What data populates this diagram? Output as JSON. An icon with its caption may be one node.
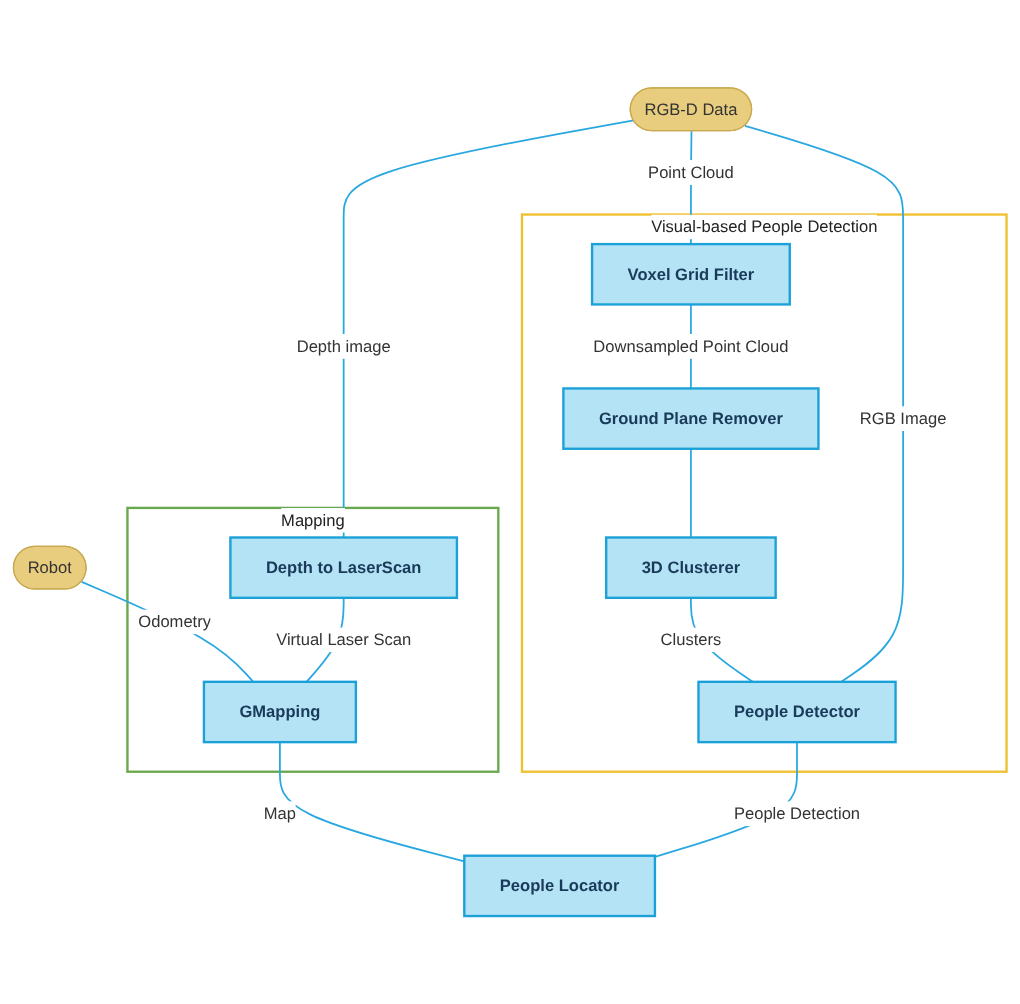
{
  "diagram": {
    "nodes": [
      {
        "text": [
          "RGB-D Data"
        ]
      },
      {
        "text": [
          "Robot"
        ]
      },
      {
        "text": [
          "Visual-based People Detection"
        ]
      },
      {
        "text": [
          "Voxel Grid Filter"
        ],
        "in": 2
      },
      {
        "text": [
          "Ground Plane Remover"
        ],
        "in": 2
      },
      {
        "text": [
          "3D Clusterer"
        ],
        "in": 2
      },
      {
        "text": [
          "People Detector"
        ],
        "in": 2
      },
      {
        "text": [
          "Mapping"
        ]
      },
      {
        "text": [
          "Depth to LaserScan"
        ],
        "in": 7
      },
      {
        "text": [
          "GMapping"
        ],
        "in": 7
      },
      {
        "text": [
          "People Locator"
        ]
      }
    ],
    "edges": [
      {
        "from": 0,
        "to": 3,
        "arrow": "none",
        "label": "Point Cloud"
      },
      {
        "from": 3,
        "to": 4,
        "arrow": "none",
        "label": "Downsampled Point Cloud"
      },
      {
        "from": 4,
        "to": 5,
        "arrow": "none"
      },
      {
        "from": 5,
        "to": 6,
        "arrow": "none",
        "label": "Clusters"
      },
      {
        "from": 0,
        "to": 6,
        "arrow": "none",
        "label": "RGB Image"
      },
      {
        "from": 0,
        "to": 8,
        "arrow": "none",
        "label": "Depth image"
      },
      {
        "from": 1,
        "to": 9,
        "arrow": "none",
        "label": "Odometry"
      },
      {
        "from": 8,
        "to": 9,
        "arrow": "none",
        "label": "Virtual Laser Scan"
      },
      {
        "from": 9,
        "to": 10,
        "arrow": "none",
        "label": "Map"
      },
      {
        "from": 6,
        "to": 10,
        "arrow": "none",
        "label": "People Detection"
      }
    ]
  }
}
